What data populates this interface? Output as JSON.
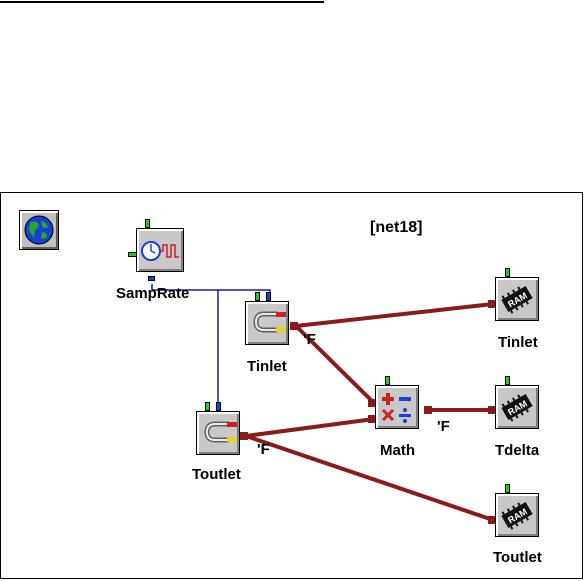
{
  "diagram": {
    "net_label": "[net18]",
    "units": {
      "tinlet": "'F",
      "toutlet": "'F",
      "math": "'F"
    },
    "blocks": {
      "samprate": "SampRate",
      "tinlet_probe": "Tinlet",
      "toutlet_probe": "Toutlet",
      "math": "Math",
      "tinlet_ram": "Tinlet",
      "tdelta_ram": "Tdelta",
      "toutlet_ram": "Toutlet"
    },
    "ram_chip_text": "RAM"
  },
  "colors": {
    "data_wire": "#8b1a1a",
    "clock_wire": "#1a1a9a",
    "block_face": "#c8c8c8",
    "pin_green": "#22cc22",
    "pin_blue": "#1a3fd8"
  }
}
